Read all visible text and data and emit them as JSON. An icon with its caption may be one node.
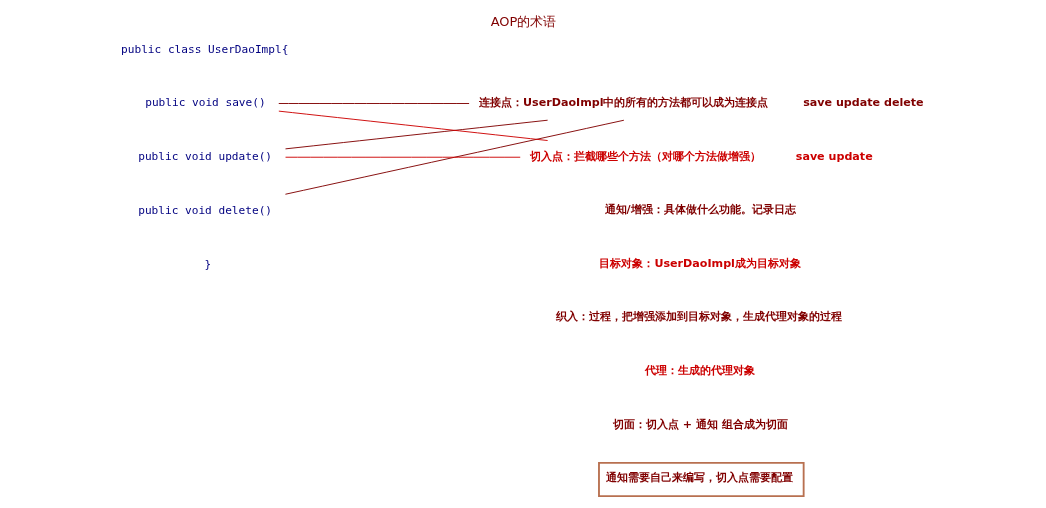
{
  "diagram": {
    "title": "AOP的术语",
    "nodes": [
      {
        "text": [
          "public void save()"
        ]
      },
      {
        "text": [
          "public void update()"
        ]
      },
      {
        "text": [
          "public void delete()"
        ]
      },
      {
        "text": [
          "连接点：UserDaoImpl中的所有的方法都可以成为连接点"
        ],
        "beside": [
          "save update delete"
        ]
      },
      {
        "text": [
          "切入点：拦截哪些个方法（对哪个方法做增强）"
        ],
        "beside": [
          "save update"
        ]
      },
      {
        "text": [
          "通知需要自己来编写，切入点需要配置"
        ]
      }
    ],
    "edges": [
      {
        "from": 3,
        "to": 0,
        "arrow": "none"
      },
      {
        "from": 3,
        "to": 1,
        "arrow": "none"
      },
      {
        "from": 3,
        "to": 2,
        "arrow": "none"
      },
      {
        "from": 4,
        "to": 0,
        "arrow": "none",
        "color": "#cc0000"
      },
      {
        "from": 4,
        "to": 1,
        "arrow": "none",
        "color": "#cc0000"
      }
    ],
    "labels": [
      "public class UserDaoImpl{",
      "通知/增强：具体做什么功能。记录日志",
      "目标对象：UserDaoImpl成为目标对象",
      "织入：过程，把增强添加到目标对象，生成代理对象的过程",
      "代理：生成的代理对象",
      "切面：切入点 + 通知 组合成为切面",
      "}"
    ]
  }
}
